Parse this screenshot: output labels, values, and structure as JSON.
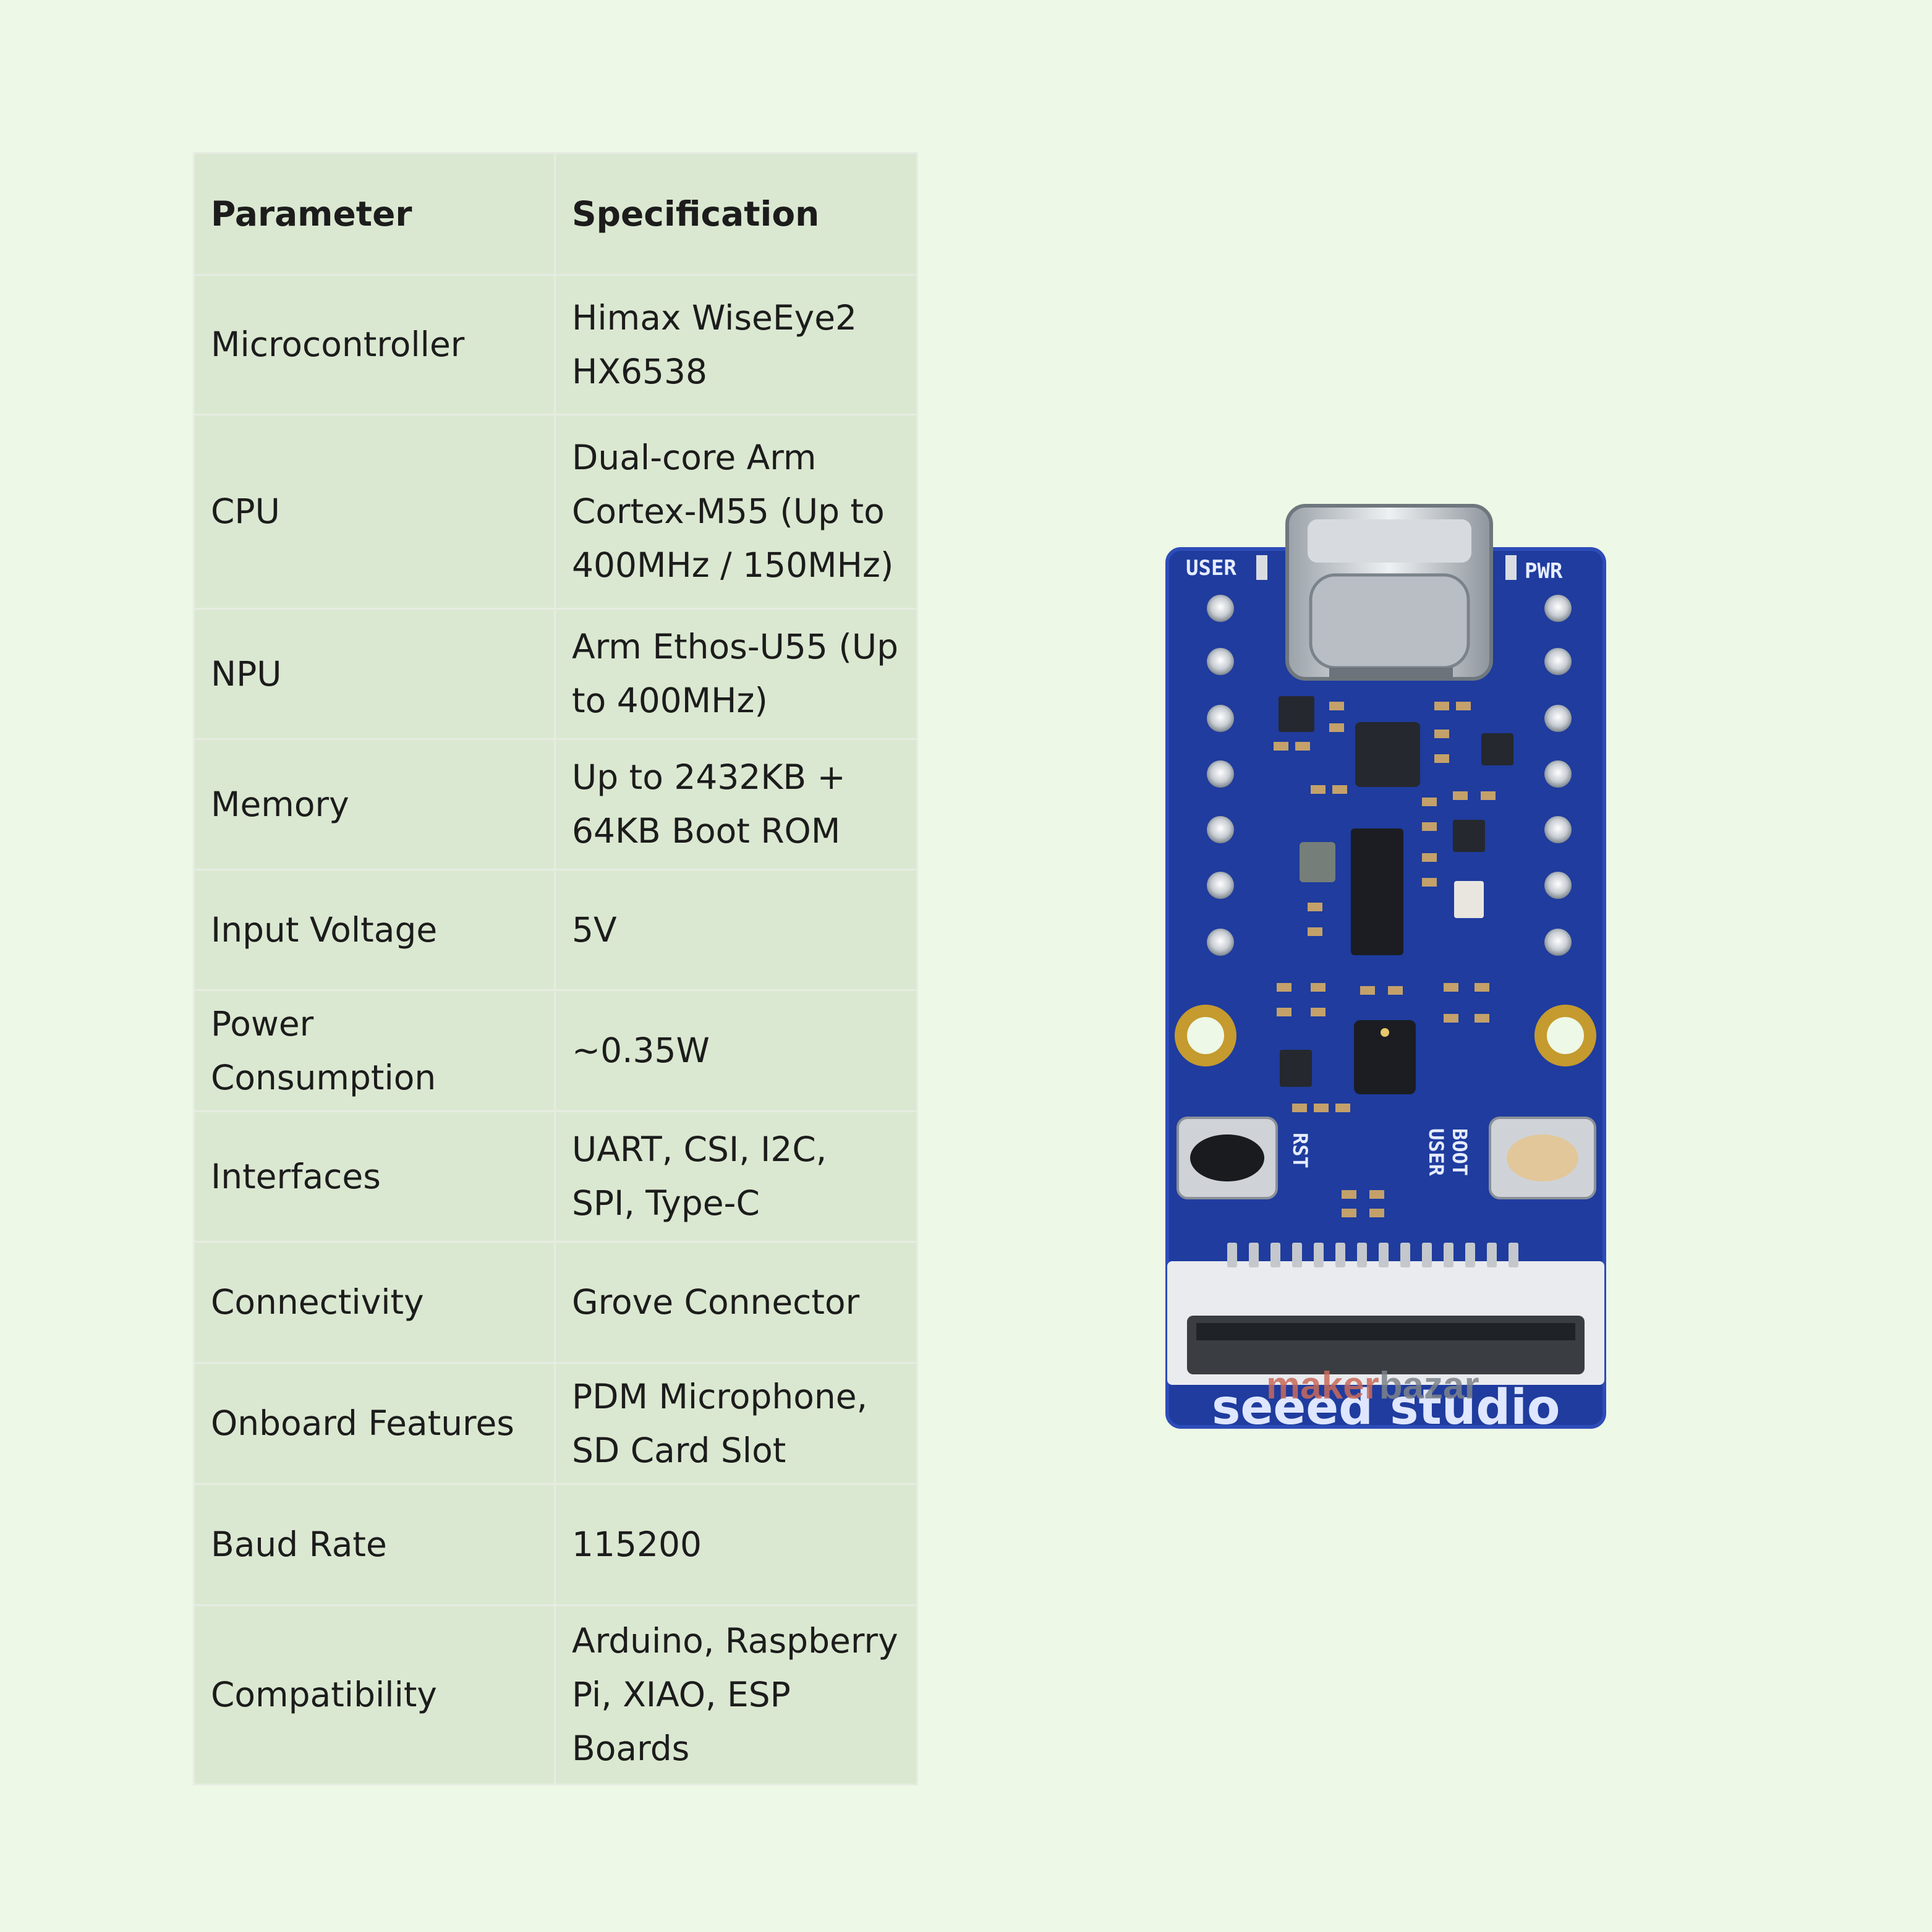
{
  "table": {
    "headers": [
      "Parameter",
      "Specification"
    ],
    "rows": [
      {
        "parameter": "Microcontroller",
        "specification": "Himax WiseEye2 HX6538"
      },
      {
        "parameter": "CPU",
        "specification": "Dual-core Arm Cortex-M55 (Up to 400MHz / 150MHz)"
      },
      {
        "parameter": "NPU",
        "specification": "Arm Ethos-U55 (Up to 400MHz)"
      },
      {
        "parameter": "Memory",
        "specification": "Up to 2432KB + 64KB Boot ROM"
      },
      {
        "parameter": "Input Voltage",
        "specification": "5V"
      },
      {
        "parameter": "Power Consumption",
        "specification": "~0.35W"
      },
      {
        "parameter": "Interfaces",
        "specification": "UART, CSI, I2C, SPI, Type-C"
      },
      {
        "parameter": "Connectivity",
        "specification": "Grove Connector"
      },
      {
        "parameter": "Onboard Features",
        "specification": "PDM Microphone, SD Card Slot"
      },
      {
        "parameter": "Baud Rate",
        "specification": "115200"
      },
      {
        "parameter": "Compatibility",
        "specification": "Arduino, Raspberry Pi, XIAO, ESP Boards"
      }
    ]
  },
  "board": {
    "silkscreen_user": "USER",
    "silkscreen_pwr": "PWR",
    "silkscreen_rst": "RST",
    "silkscreen_boot": "BOOT",
    "silkscreen_user2": "USER",
    "brand": "seeed studio",
    "watermark_maker": "maker",
    "watermark_bazar": "bazar",
    "pcb_color": "#1f3c9e"
  }
}
